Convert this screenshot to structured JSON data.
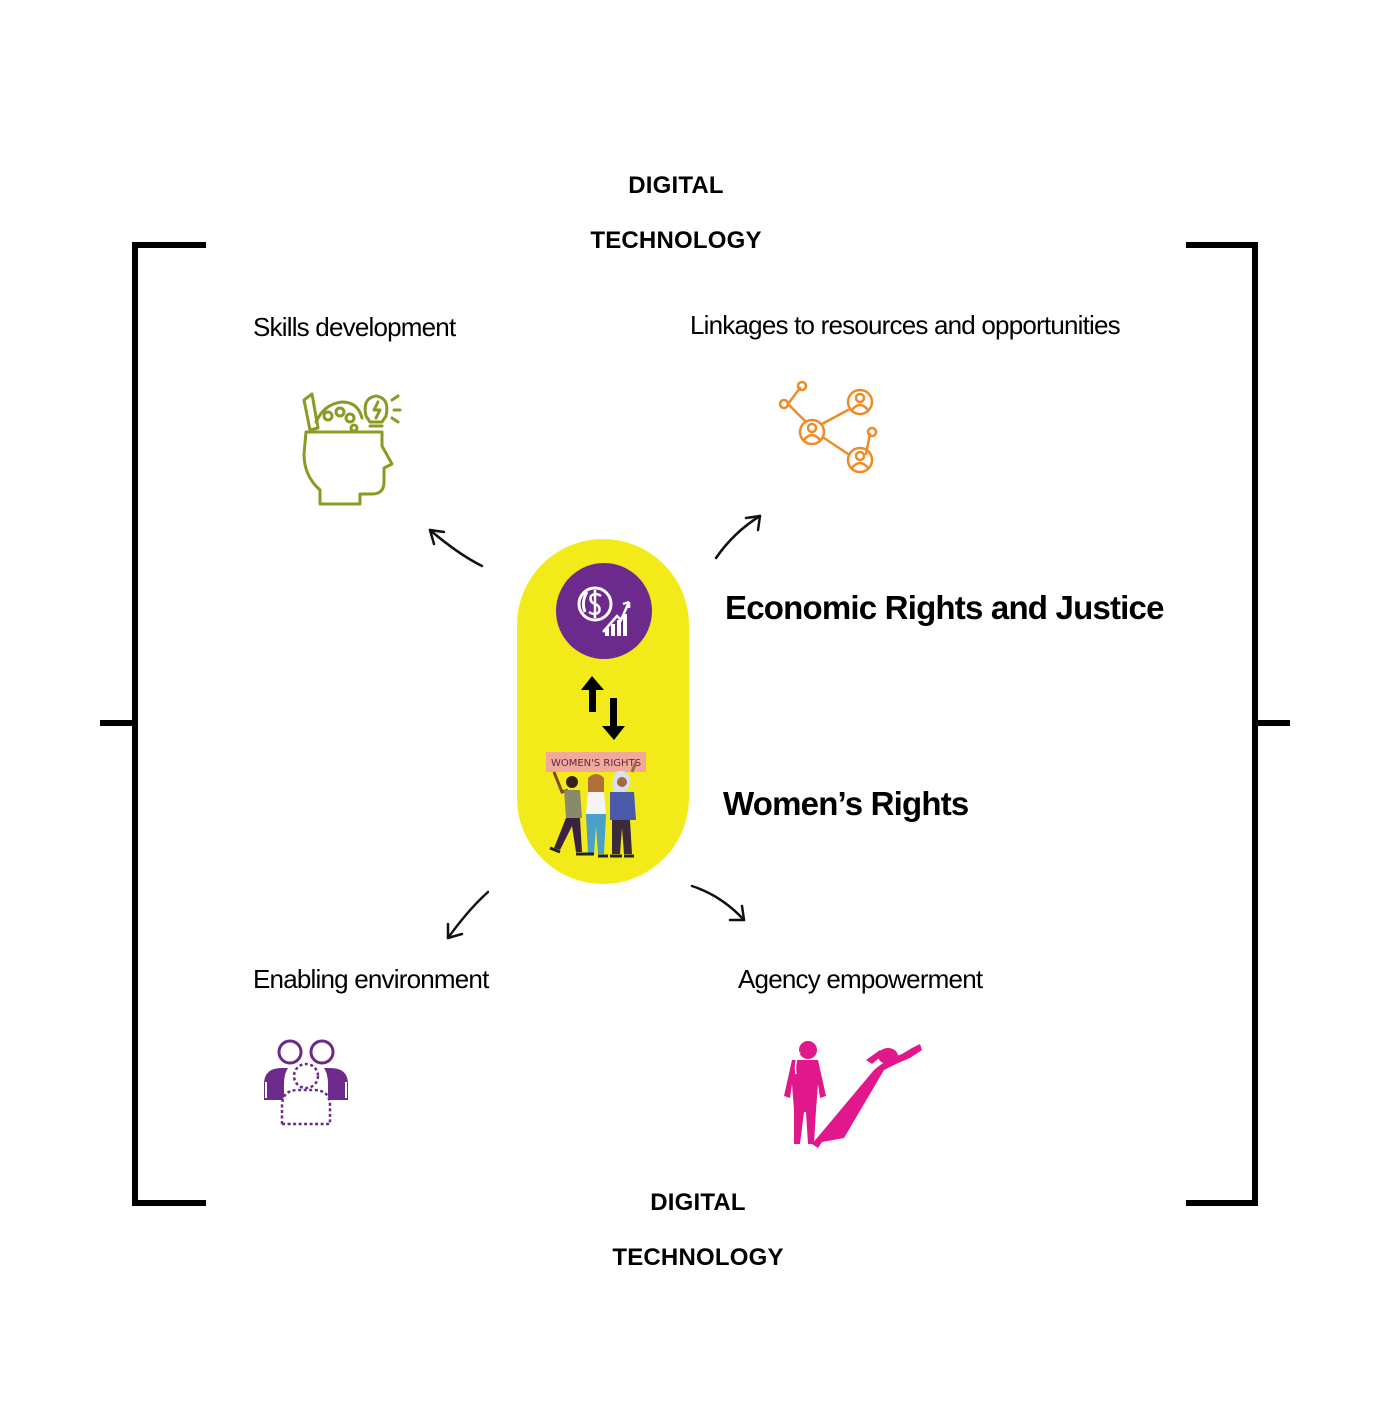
{
  "frame": {
    "top_title": [
      "DIGITAL",
      "TECHNOLOGY"
    ],
    "bottom_title": [
      "DIGITAL",
      "TECHNOLOGY"
    ]
  },
  "outcomes": {
    "skills": {
      "label": "Skills development",
      "icon": "head-ideas-icon",
      "color": "#8a9a22"
    },
    "linkages": {
      "label": "Linkages to  resources and opportunities",
      "icon": "network-people-icon",
      "color": "#f08a24"
    },
    "environment": {
      "label": "Enabling environment",
      "icon": "group-people-icon",
      "color": "#6b2a8c"
    },
    "agency": {
      "label": "Agency empowerment",
      "icon": "woman-shadow-empowerment-icon",
      "color": "#e0188c"
    }
  },
  "center": {
    "economic": {
      "label": "Economic Rights and Justice",
      "icon": "dollar-growth-icon",
      "color": "#6b2a8c"
    },
    "women": {
      "label": "Women’s Rights",
      "banner": "WOMEN'S RIGHTS",
      "icon": "women-protest-icon"
    },
    "pill_color": "#f2ea19",
    "exchange_icon": "up-down-arrows-icon"
  }
}
